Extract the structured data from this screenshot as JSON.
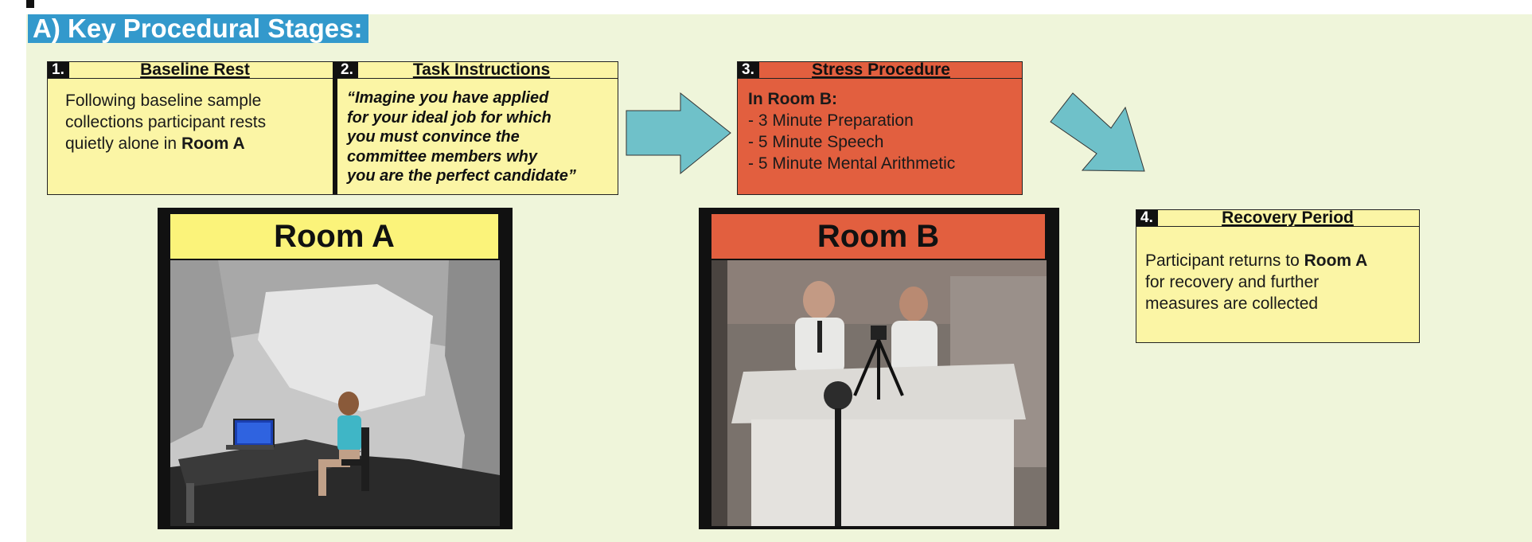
{
  "heading": "A) Key Procedural Stages:",
  "stage1": {
    "number": "1.",
    "title": "Baseline Rest",
    "lines": [
      "Following baseline sample",
      "collections participant rests",
      "quietly alone in "
    ],
    "room": "Room A"
  },
  "stage2": {
    "number": "2.",
    "title": "Task Instructions",
    "lines": [
      "“Imagine you have applied",
      "for your ideal job for which",
      "you must convince the",
      "committee members why",
      "you are the perfect candidate”"
    ]
  },
  "stage3": {
    "number": "3.",
    "title": "Stress Procedure",
    "subtitle": "In Room B:",
    "items": [
      "- 3 Minute Preparation",
      "- 5 Minute Speech",
      "- 5 Minute Mental Arithmetic"
    ]
  },
  "stage4": {
    "number": "4.",
    "title": "Recovery Period",
    "line1": "Participant returns to ",
    "room": "Room A",
    "line2": "for recovery and further",
    "line3": "measures are collected"
  },
  "roomA": {
    "label": "Room A"
  },
  "roomB": {
    "label": "Room B"
  },
  "colors": {
    "background": "#eff5da",
    "heading": "#3399cc",
    "yellow": "#fbf5a5",
    "red": "#e25f3f",
    "arrow": "#6fc1c9"
  }
}
